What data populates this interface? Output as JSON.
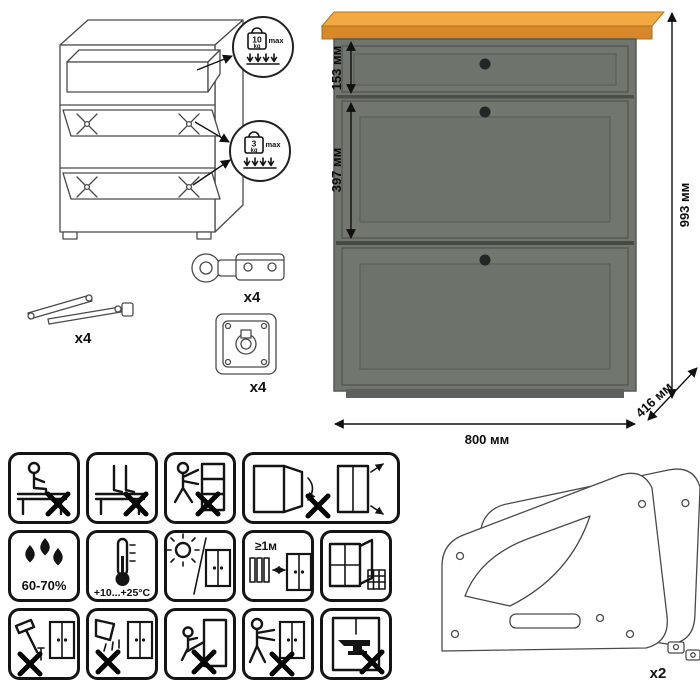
{
  "cabinet": {
    "dimensions": {
      "top_section": "153 мм",
      "middle_section": "397 мм",
      "height": "993 мм",
      "width": "800 мм",
      "depth": "416 мм"
    },
    "colors": {
      "wood_top": "#d8882a",
      "wood_top_face": "#f3a943",
      "body_grey": "#70756e",
      "panel_line": "#565b55",
      "knob": "#232627"
    }
  },
  "weight_limits": {
    "drawer": {
      "value": "10",
      "unit": "kg",
      "max_label": "max"
    },
    "flap": {
      "value": "3",
      "unit": "kg",
      "max_label": "max"
    }
  },
  "hardware": {
    "lid_stay_count": "x4",
    "hinge_count": "x4",
    "cam_lock_count": "x4",
    "side_panel_count": "x2"
  },
  "care": {
    "humidity": "60-70%",
    "temperature": "+10...+25°C",
    "min_distance": "≥1м"
  }
}
